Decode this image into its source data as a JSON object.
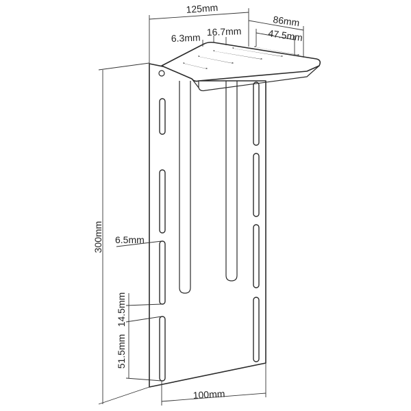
{
  "diagram": {
    "dimensions": {
      "shelf_width": "125mm",
      "shelf_depth": "86mm",
      "slot_spacing_a": "6.3mm",
      "slot_spacing_b": "16.7mm",
      "inner_depth": "47.5mm",
      "height": "300mm",
      "slot_width": "6.5mm",
      "slot_gap": "14.5mm",
      "slot_length": "51.5mm",
      "plate_width": "100mm"
    }
  }
}
